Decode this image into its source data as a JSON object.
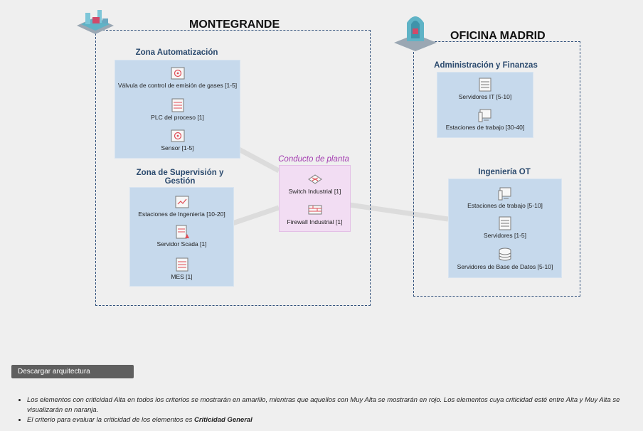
{
  "sites": [
    {
      "title": "MONTEGRANDE",
      "zones": [
        {
          "title": "Zona Automatización",
          "assets": [
            {
              "label": "Válvula de control de emisión de gases [1-5]",
              "icon": "valve-icon"
            },
            {
              "label": "PLC del proceso [1]",
              "icon": "plc-icon"
            },
            {
              "label": "Sensor [1-5]",
              "icon": "sensor-icon"
            }
          ]
        },
        {
          "title": "Zona de Supervisión y Gestión",
          "assets": [
            {
              "label": "Estaciones de Ingeniería [10-20]",
              "icon": "engineering-station-icon"
            },
            {
              "label": "Servidor Scada [1]",
              "icon": "scada-server-icon"
            },
            {
              "label": "MES [1]",
              "icon": "mes-server-icon"
            }
          ]
        }
      ],
      "conduit": {
        "title": "Conducto de planta",
        "assets": [
          {
            "label": "Switch Industrial [1]",
            "icon": "switch-icon"
          },
          {
            "label": "Firewall Industrial  [1]",
            "icon": "firewall-icon"
          }
        ]
      }
    },
    {
      "title": "OFICINA MADRID",
      "zones": [
        {
          "title": "Administración y Finanzas",
          "assets": [
            {
              "label": "Servidores IT [5-10]",
              "icon": "server-icon"
            },
            {
              "label": "Estaciones de trabajo [30-40]",
              "icon": "workstation-icon"
            }
          ]
        },
        {
          "title": "Ingeniería OT",
          "assets": [
            {
              "label": "Estaciones de trabajo [5-10]",
              "icon": "workstation-icon"
            },
            {
              "label": "Servidores  [1-5]",
              "icon": "server-icon"
            },
            {
              "label": "Servidores de Base de Datos [5-10]",
              "icon": "database-icon"
            }
          ]
        }
      ]
    }
  ],
  "download_label": "Descargar arquitectura",
  "notes": [
    "Los elementos con criticidad Alta en todos los criterios se mostrarán en amarillo, mientras que aquellos con Muy Alta se mostrarán en rojo. Los elementos cuya criticidad esté entre Alta y Muy Alta se visualizarán en naranja.",
    "El criterio para evaluar la criticidad de los elementos es "
  ],
  "note_emphasis": "Criticidad General",
  "colors": {
    "zone_fill": "#c6d9ec",
    "conduit_fill": "#f2ddf3",
    "conduit_title": "#a33ab0",
    "zone_title": "#2b4a6e",
    "site_border": "#2f4f7a",
    "icon_accent": "#e04b55"
  }
}
